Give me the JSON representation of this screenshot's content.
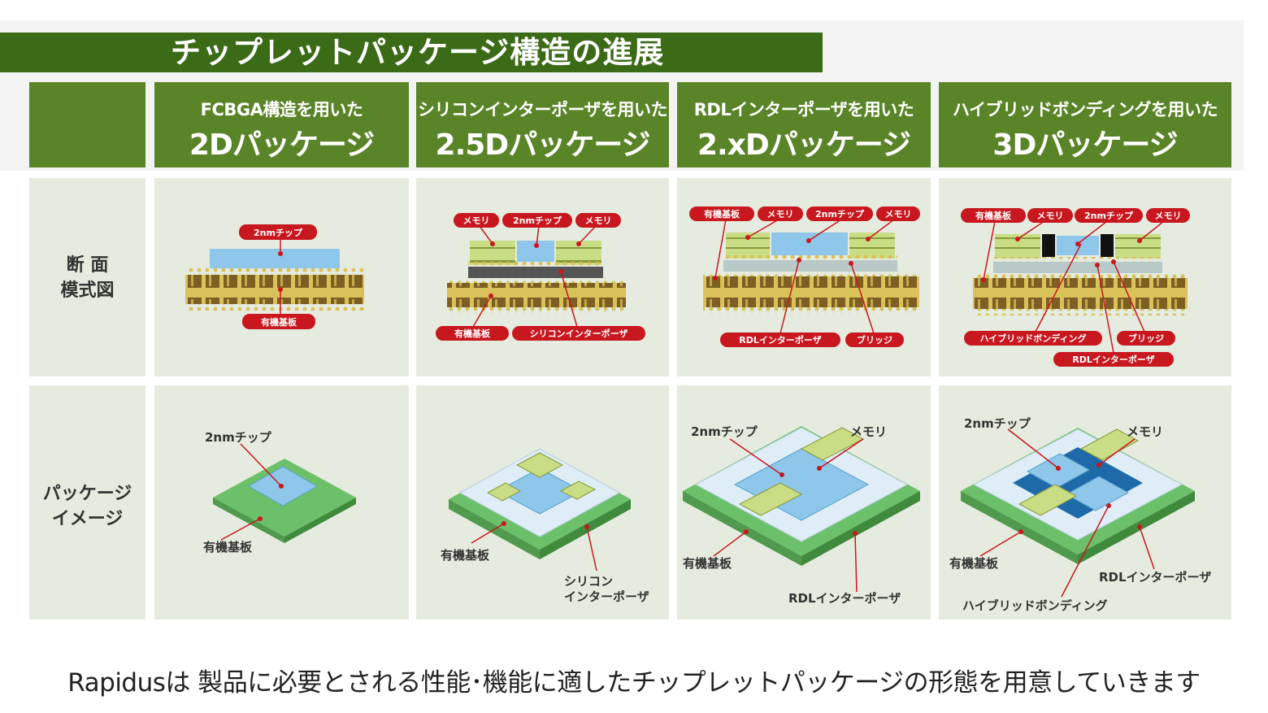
{
  "title": "チップレットパッケージ構造の進展",
  "row_labels": {
    "cross_section_line1": "断 面",
    "cross_section_line2": "模式図",
    "package_line1": "パッケージ",
    "package_line2": "イメージ"
  },
  "columns": [
    {
      "subtitle": "FCBGA構造を用いた",
      "title": "2Dパッケージ"
    },
    {
      "subtitle": "シリコンインターポーザを用いた",
      "title": "2.5Dパッケージ"
    },
    {
      "subtitle": "RDLインターポーザを用いた",
      "title": "2.xDパッケージ"
    },
    {
      "subtitle": "ハイブリッドボンディングを用いた",
      "title": "3Dパッケージ"
    }
  ],
  "labels": {
    "chip": "2nmチップ",
    "memory": "メモリ",
    "substrate": "有機基板",
    "silicon_interposer": "シリコンインターポーザ",
    "silicon_line1": "シリコン",
    "silicon_line2": "インターポーザ",
    "rdl_interposer": "RDLインターポーザ",
    "bridge": "ブリッジ",
    "hybrid_bonding": "ハイブリッドボンディング"
  },
  "caption": "Rapidusは 製品に必要とされる性能･機能に適したチップレットパッケージの形態を用意していきます",
  "colors": {
    "title_bar": "#3c6b18",
    "header_cell": "#5a8428",
    "cell_bg": "#e6ebdf",
    "label_red": "#c8171e",
    "chip_blue": "#8ec7ea",
    "substrate_brown": "#7d5f24",
    "substrate_gold": "#d9c25a",
    "pcb_green": "#6cc06a",
    "memory_yellow": "#c9dd84"
  }
}
